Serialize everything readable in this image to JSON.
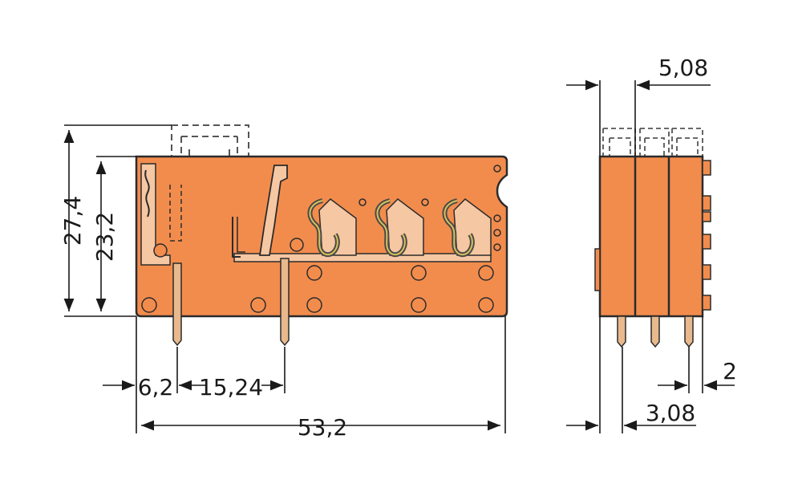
{
  "colors": {
    "body": "#f28c4d",
    "body_outline": "#2b2b2b",
    "spring_dark": "#4a4a4a",
    "spring_light": "#f6c7a3",
    "pin": "#e8b98c",
    "latch": "#d8c25a",
    "dim_line": "#1a1a1a"
  },
  "dimensions": {
    "height_total": "27,4",
    "height_body": "23,2",
    "offset_pin": "6,2",
    "pitch_pins": "15,24",
    "width_total": "53,2",
    "pitch_side": "5,08",
    "pin_pitch_side": "3,08",
    "pin_width": "2"
  }
}
